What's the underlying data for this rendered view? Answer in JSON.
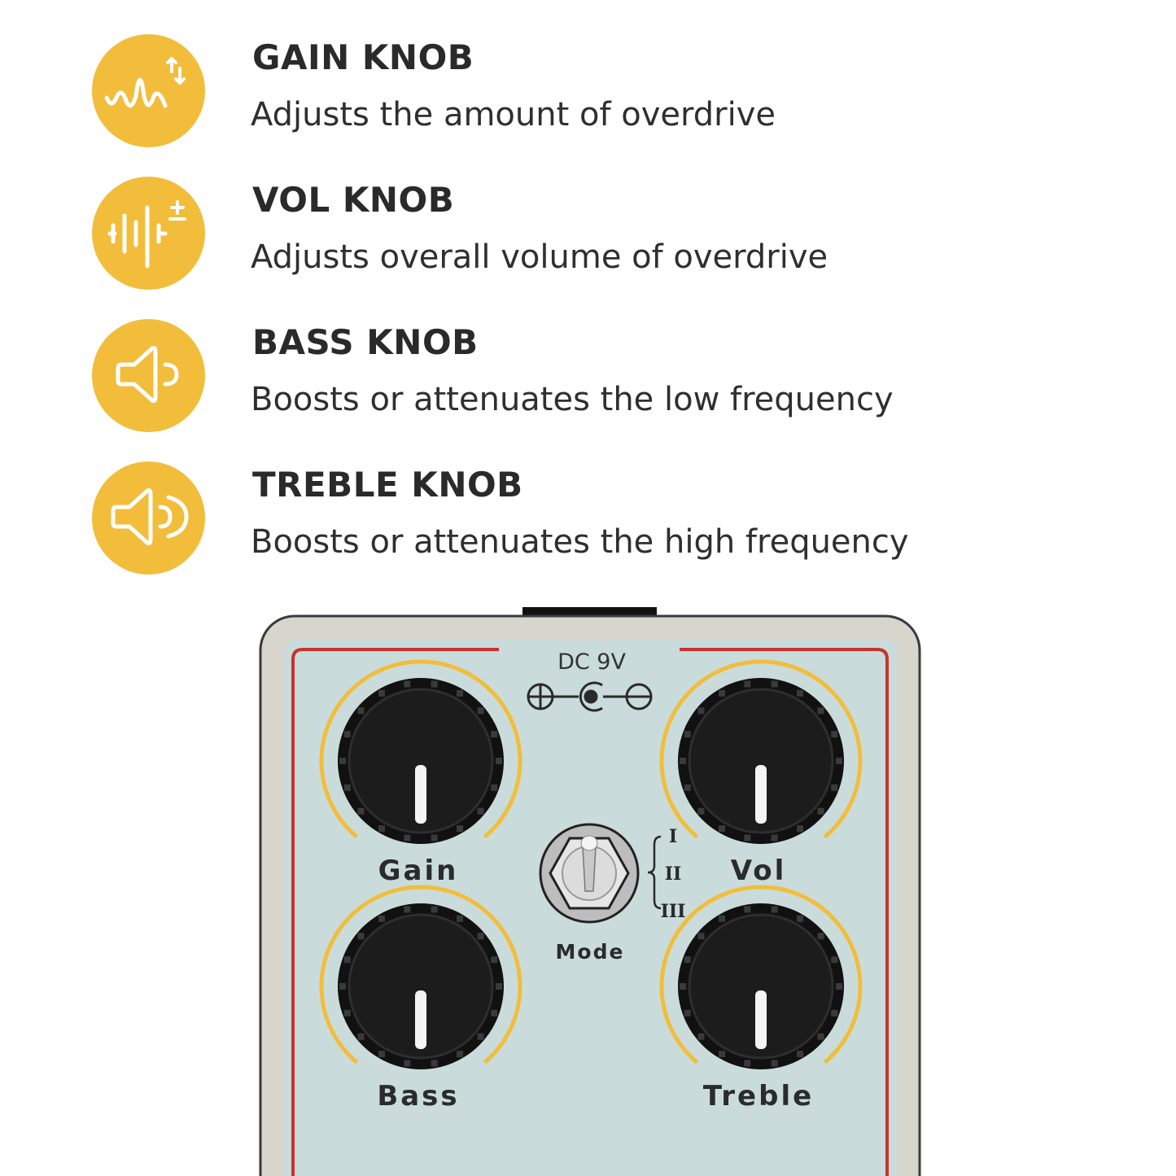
{
  "features": [
    {
      "title": "GAIN KNOB",
      "description": "Adjusts the amount of overdrive",
      "icon": "waveform-gain-icon"
    },
    {
      "title": "VOL KNOB",
      "description": "Adjusts overall volume of overdrive",
      "icon": "volume-bars-plus-minus-icon"
    },
    {
      "title": "BASS KNOB",
      "description": "Boosts or attenuates the low frequency",
      "icon": "speaker-low-icon"
    },
    {
      "title": "TREBLE KNOB",
      "description": "Boosts or attenuates the high frequency",
      "icon": "speaker-high-icon"
    }
  ],
  "pedal": {
    "power_label": "DC 9V",
    "knobs": {
      "gain": "Gain",
      "vol": "Vol",
      "bass": "Bass",
      "treble": "Treble"
    },
    "switch_label": "Mode",
    "switch_positions": [
      "I",
      "II",
      "III"
    ]
  },
  "colors": {
    "accent": "#f2bd3b",
    "panel": "#c9dcdb",
    "frame": "#d8d5cc",
    "stripe": "#c8332b",
    "knob": "#1c1c1c"
  }
}
